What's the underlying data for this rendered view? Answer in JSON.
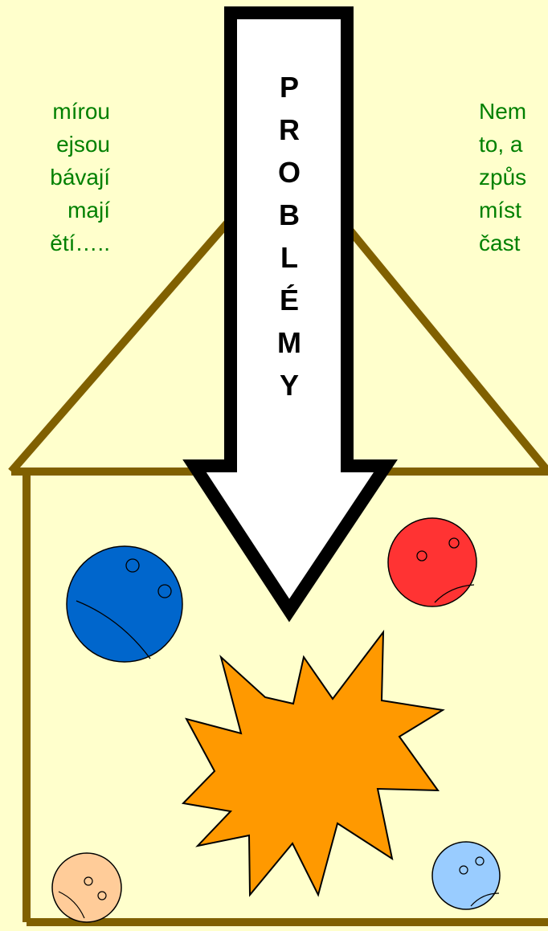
{
  "left_text": {
    "lines": [
      "mírou",
      "ejsou",
      "bávají",
      "mají",
      "ětí….."
    ]
  },
  "right_text": {
    "lines": [
      "Nem",
      "to, a",
      "způs",
      "míst",
      "čast"
    ]
  },
  "arrow": {
    "letters": [
      "P",
      "R",
      "O",
      "B",
      "L",
      "É",
      "M",
      "Y"
    ]
  },
  "colors": {
    "background": "#FFFFCC",
    "text": "#008000",
    "house": "#806000",
    "arrow_fill": "#FFFFFF",
    "arrow_outline": "#000000",
    "face_blue": "#0066CC",
    "face_red": "#FF3333",
    "face_peach": "#FFCC99",
    "face_lightblue": "#99CCFF",
    "explosion": "#FF9900"
  },
  "icons": [
    "house-outline",
    "down-arrow-icon",
    "sad-face-icon",
    "explosion-icon"
  ]
}
